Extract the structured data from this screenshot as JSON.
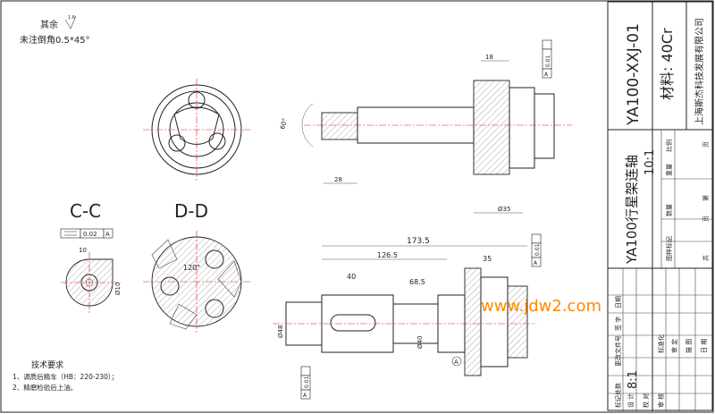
{
  "notes": {
    "roughness_prefix": "其余",
    "roughness_value": "1.6",
    "chamfer_note": "未注倒角0.5*45°",
    "tech_title": "技术要求",
    "tech_items": [
      "1、调质后精车（HB：220-230）；",
      "2、精磨检验后上油。"
    ]
  },
  "sections": {
    "c_label": "C-C",
    "d_label": "D-D",
    "angle_120": "120°",
    "gt_flat": "0.02",
    "gt_flat_ref": "A",
    "c_dim_left": "10",
    "c_dim_right": "Ø10"
  },
  "top_view": {
    "angle_60": "60°",
    "dim_28": "28",
    "dim_bottom": "Ø35",
    "dim_top": "18",
    "gt_top": "0.01",
    "gt_top_ref": "A"
  },
  "front_view": {
    "dim_overall": "173.5",
    "dim_126": "126.5",
    "dim_40": "40",
    "dim_68": "68.5",
    "dim_35": "35",
    "dim_dia_left": "Ø48",
    "dim_dia_mid": "Ø40",
    "datum": "A",
    "gt_left": "0.01",
    "gt_left_ref": "A",
    "gt_right": "0.01",
    "gt_right_ref": "A"
  },
  "title_block": {
    "drawing_no": "YA100-XXJ-01",
    "material": "材料: 40Cr",
    "company": "上海斯杰科技发展有限公司",
    "part_name": "YA100行星架连轴",
    "scale_a": "8:1",
    "scale_b": "10:1",
    "col_stage": "图样标记",
    "col_qty": "数量",
    "col_weight": "重量",
    "col_ratio": "比例",
    "total_prefix": "共",
    "page_word": "页",
    "sheet_prefix": "第",
    "rows": [
      "标记处数",
      "更改文件号",
      "签 字",
      "日期"
    ],
    "roles": [
      "设 计",
      "校 对",
      "审 核"
    ],
    "roles2": [
      "标准化",
      "审 定",
      "描 图",
      "日 期"
    ]
  },
  "watermark": "www.jdw2.com"
}
